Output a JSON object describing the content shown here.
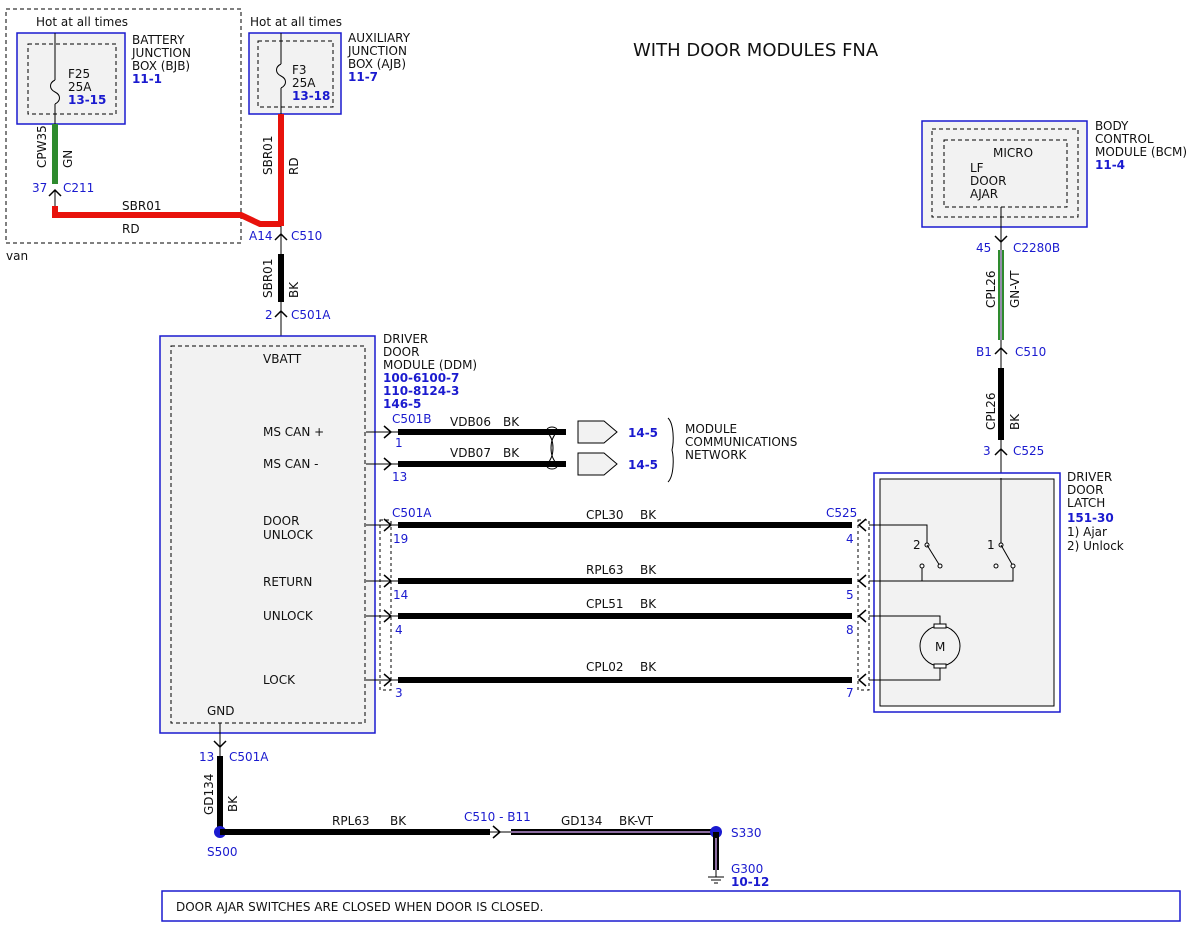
{
  "title": "WITH DOOR MODULES FNA",
  "footnote": "DOOR AJAR SWITCHES ARE CLOSED WHEN DOOR IS CLOSED.",
  "colors": {
    "connector": "#1a1acf",
    "red_wire": "#e8120c",
    "green_wire": "#2e8b2e",
    "black_wire": "#000000",
    "box_fill": "#f2f2f2"
  },
  "bjb": {
    "hot": "Hot at all times",
    "name_lines": [
      "BATTERY",
      "JUNCTION",
      "BOX (BJB)"
    ],
    "ref": "11-1",
    "fuse": "F25",
    "amp": "25A",
    "fuse_ref": "13-15",
    "wire_circuit": "CPW35",
    "wire_color": "GN",
    "pin": "37",
    "connector": "C211",
    "van": "van"
  },
  "ajb": {
    "hot": "Hot at all times",
    "name_lines": [
      "AUXILIARY",
      "JUNCTION",
      "BOX (AJB)"
    ],
    "ref": "11-7",
    "fuse": "F3",
    "amp": "25A",
    "fuse_ref": "13-18",
    "wire_circuit": "SBR01",
    "wire_color": "RD"
  },
  "red_wire": {
    "circuit": "SBR01",
    "color": "RD"
  },
  "c510_top": {
    "pin": "A14",
    "connector": "C510"
  },
  "feed_wire": {
    "circuit": "SBR01",
    "color": "BK",
    "pin": "2",
    "connector": "C501A"
  },
  "ddm": {
    "name_lines": [
      "DRIVER",
      "DOOR",
      "MODULE (DDM)"
    ],
    "refs": [
      "100-6",
      "100-7",
      "110-8",
      "124-3",
      "146-5"
    ],
    "pins": {
      "vbatt": "VBATT",
      "mscan_plus": "MS CAN +",
      "mscan_minus": "MS CAN -",
      "door_unlock": [
        "DOOR",
        "UNLOCK"
      ],
      "return": "RETURN",
      "unlock": "UNLOCK",
      "lock": "LOCK",
      "gnd": "GND"
    }
  },
  "can": {
    "connector": "C501B",
    "pin1": "1",
    "pin2": "13",
    "wire1_circuit": "VDB06",
    "wire1_color": "BK",
    "wire2_circuit": "VDB07",
    "wire2_color": "BK",
    "ref1": "14-5",
    "ref2": "14-5",
    "network_lines": [
      "MODULE",
      "COMMUNICATIONS",
      "NETWORK"
    ]
  },
  "latch_wires": {
    "left_connector": "C501A",
    "right_connector": "C525",
    "rows": [
      {
        "circuit": "CPL30",
        "color": "BK",
        "left_pin": "19",
        "right_pin": "4"
      },
      {
        "circuit": "RPL63",
        "color": "BK",
        "left_pin": "14",
        "right_pin": "5"
      },
      {
        "circuit": "CPL51",
        "color": "BK",
        "left_pin": "4",
        "right_pin": "8"
      },
      {
        "circuit": "CPL02",
        "color": "BK",
        "left_pin": "3",
        "right_pin": "7"
      }
    ]
  },
  "bcm": {
    "name_lines": [
      "BODY",
      "CONTROL",
      "MODULE (BCM)"
    ],
    "ref": "11-4",
    "micro": "MICRO",
    "signal_lines": [
      "LF",
      "DOOR",
      "AJAR"
    ],
    "pin": "45",
    "connector": "C2280B",
    "wire_circuit": "CPL26",
    "wire_color": "GN-VT"
  },
  "c510_right": {
    "pin": "B1",
    "connector": "C510"
  },
  "latch_feed": {
    "circuit": "CPL26",
    "color": "BK",
    "pin": "3",
    "connector": "C525"
  },
  "latch": {
    "name_lines": [
      "DRIVER",
      "DOOR",
      "LATCH"
    ],
    "ref": "151-30",
    "notes": [
      "1) Ajar",
      "2) Unlock"
    ],
    "switch1": "1",
    "switch2": "2",
    "motor": "M"
  },
  "ground": {
    "pin": "13",
    "connector": "C501A",
    "wire_circuit": "GD134",
    "wire_color": "BK",
    "splice1": "S500",
    "h_circuit": "RPL63",
    "h_color": "BK",
    "c510": "C510 - B11",
    "h2_circuit": "GD134",
    "h2_color": "BK-VT",
    "splice2": "S330",
    "g": "G300",
    "g_ref": "10-12"
  }
}
